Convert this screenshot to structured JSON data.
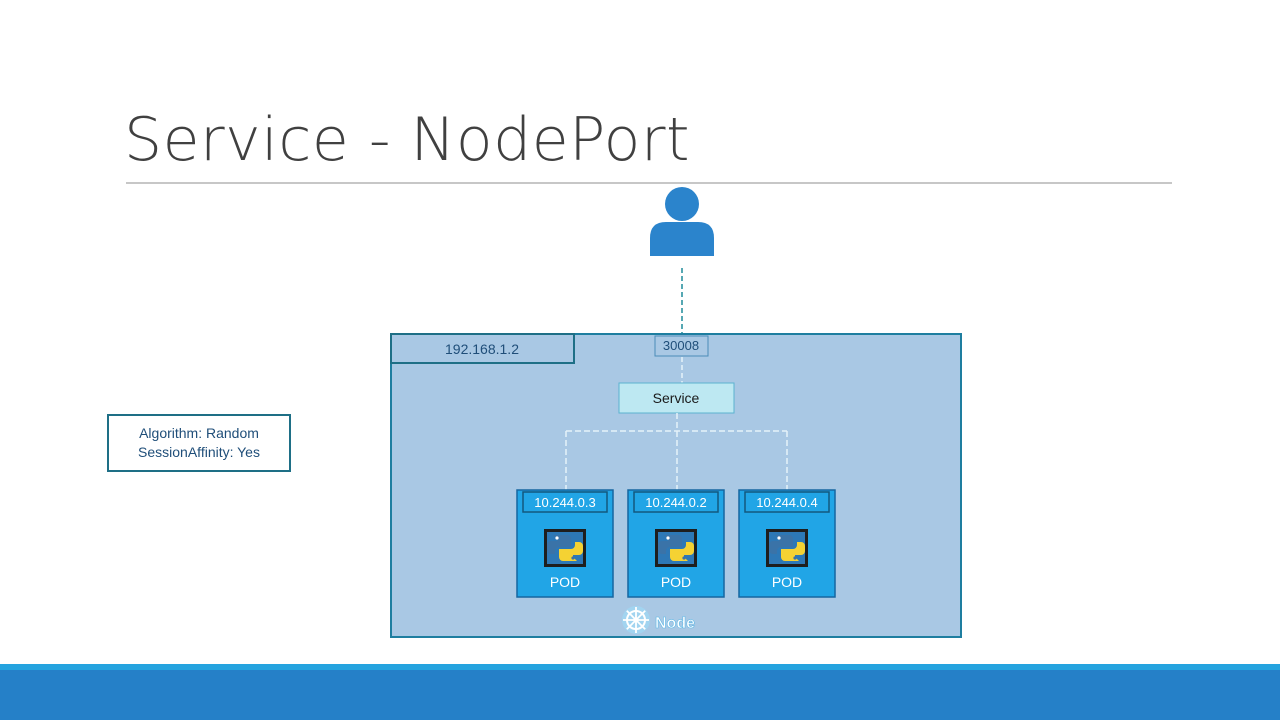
{
  "slide": {
    "title": "Service - NodePort"
  },
  "info_box": {
    "line1": "Algorithm: Random",
    "line2": "SessionAffinity: Yes"
  },
  "node": {
    "ip": "192.168.1.2",
    "node_port": "30008",
    "service_label": "Service",
    "label": "Node",
    "pods": [
      {
        "ip": "10.244.0.3",
        "label": "POD"
      },
      {
        "ip": "10.244.0.2",
        "label": "POD"
      },
      {
        "ip": "10.244.0.4",
        "label": "POD"
      }
    ]
  },
  "icons": {
    "user": "user-icon",
    "python": "python-icon",
    "kubernetes": "kubernetes-helm-icon"
  },
  "colors": {
    "node_fill": "#a9c8e4",
    "node_border": "#1e7ea0",
    "pod_fill": "#21a5e6",
    "service_fill": "#bde8f2",
    "user": "#2b84cc",
    "footer": "#2580c8",
    "footer_accent": "#25a3df"
  }
}
